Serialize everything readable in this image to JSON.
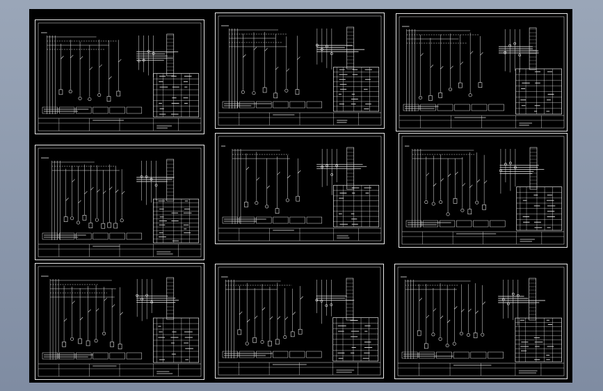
{
  "app": {
    "viewport_background": "#8e9bb0",
    "drawing_background": "#000000",
    "line_color": "#e8e8e8"
  },
  "sheets": [
    {
      "id": "s1",
      "title": "",
      "note": ""
    },
    {
      "id": "s2",
      "title": "",
      "note": ""
    },
    {
      "id": "s3",
      "title": "",
      "note": ""
    },
    {
      "id": "s4",
      "title": "",
      "note": ""
    },
    {
      "id": "s5",
      "title": "",
      "note": ""
    },
    {
      "id": "s6",
      "title": "",
      "note": ""
    },
    {
      "id": "s7",
      "title": "",
      "note": ""
    },
    {
      "id": "s8",
      "title": "",
      "note": ""
    },
    {
      "id": "s9",
      "title": "",
      "note": ""
    }
  ]
}
